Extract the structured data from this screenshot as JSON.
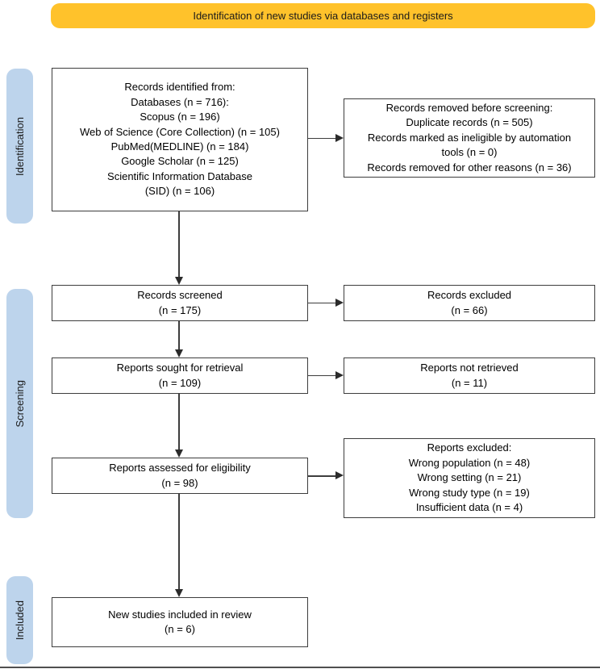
{
  "banner": {
    "label": "Identification of new studies via databases and registers"
  },
  "stages": [
    {
      "label": "Identification"
    },
    {
      "label": "Screening"
    },
    {
      "label": "Included"
    }
  ],
  "boxes": {
    "records_identified": {
      "lines": [
        "Records identified from:",
        "Databases (n = 716):",
        "Scopus (n = 196)",
        "Web of Science (Core Collection) (n = 105)",
        "PubMed(MEDLINE) (n = 184)",
        "Google Scholar (n = 125)",
        "Scientific Information Database",
        "(SID) (n = 106)"
      ]
    },
    "records_removed": {
      "lines": [
        "Records removed before screening:",
        "Duplicate records (n = 505)",
        "Records marked as ineligible by automation",
        "tools (n = 0)",
        "Records removed for other reasons (n = 36)"
      ]
    },
    "records_screened": {
      "lines": [
        "Records screened",
        "(n = 175)"
      ]
    },
    "records_excluded": {
      "lines": [
        "Records excluded",
        "(n = 66)"
      ]
    },
    "reports_sought": {
      "lines": [
        "Reports sought for retrieval",
        "(n = 109)"
      ]
    },
    "reports_not_retrieved": {
      "lines": [
        "Reports not retrieved",
        "(n = 11)"
      ]
    },
    "reports_assessed": {
      "lines": [
        "Reports assessed for eligibility",
        "(n = 98)"
      ]
    },
    "reports_excluded": {
      "lines": [
        "Reports excluded:",
        "Wrong population (n = 48)",
        "Wrong setting (n = 21)",
        "Wrong study type (n = 19)",
        "Insufficient data (n = 4)"
      ]
    },
    "new_studies_included": {
      "lines": [
        "New studies included in review",
        "(n = 6)"
      ]
    }
  },
  "colors": {
    "banner_bg": "#FFC22B",
    "stage_bg": "#BDD4EC",
    "box_border": "#3D3D3D",
    "arrow": "#2B2B2B",
    "text": "#000000"
  }
}
